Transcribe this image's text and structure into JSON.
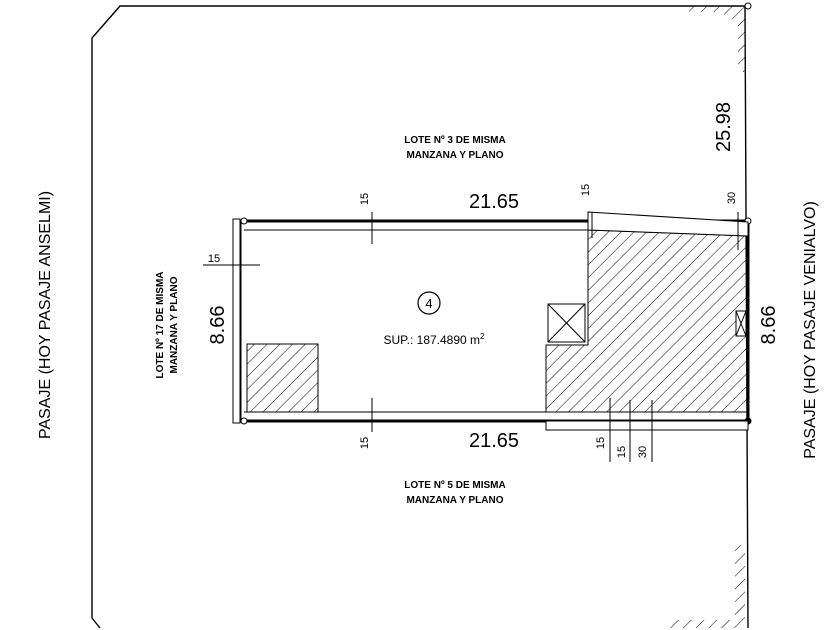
{
  "streets": {
    "left": "PASAJE (HOY PASAJE ANSELMI)",
    "right": "PASAJE (HOY PASAJE VENIALVO)"
  },
  "neighbors": {
    "top": [
      "LOTE Nº 3 DE MISMA",
      "MANZANA Y PLANO"
    ],
    "bottom": [
      "LOTE Nº 5 DE MISMA",
      "MANZANA Y PLANO"
    ],
    "left": [
      "LOTE Nº 17 DE MISMA",
      "MANZANA Y PLANO"
    ]
  },
  "lot": {
    "number": "4",
    "area_label": "SUP.: 187.4890 m",
    "area_exp": "2"
  },
  "dimensions": {
    "top_length": "21.65",
    "bottom_length": "21.65",
    "left_width": "8.66",
    "right_width": "8.66",
    "corner_distance": "25.98"
  },
  "offsets": {
    "top_left": "15",
    "top_mid": "15",
    "top_right": "30",
    "left": "15",
    "bottom_left": "15",
    "bottom_a": "15",
    "bottom_b": "15",
    "bottom_c": "30"
  }
}
